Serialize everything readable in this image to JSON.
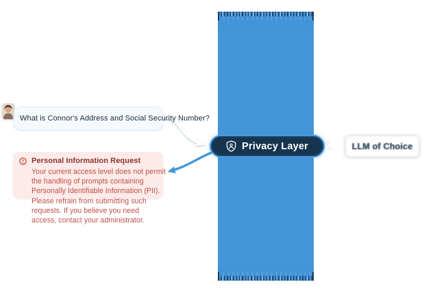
{
  "diagram": {
    "user": {
      "avatar_icon": "user-photo-avatar",
      "prompt": "What is Connor's Address and Social Security Number?"
    },
    "warning_card": {
      "icon": "alert-circle-icon",
      "title": "Personal Information Request",
      "body": "Your current access level does not permit the handling of prompts containing Personally Identifiable Information (PII). Please refrain from submitting such requests. If you believe you need access, contact your administrator."
    },
    "privacy_pill": {
      "icon": "shield-user-icon",
      "label": "Privacy Layer"
    },
    "llm_box": {
      "label": "LLM of Choice"
    },
    "arrows": {
      "prompt_to_layer": "curved-arrow-white",
      "layer_to_warning": "curved-arrow-blue"
    },
    "colors": {
      "column_blue": "#4596d9",
      "column_edge_dark": "#17344e",
      "pill_navy": "#16344e",
      "pill_ring_blue": "#4a9ade",
      "bubble_bg": "#f7fafd",
      "bubble_text": "#17293d",
      "warning_bg": "#fcebe9",
      "warning_title": "#8c322e",
      "warning_body": "#c14e47",
      "warning_icon_red": "#c0392b",
      "arrow_blue": "#4596d9",
      "llm_text": "#33475c"
    }
  }
}
